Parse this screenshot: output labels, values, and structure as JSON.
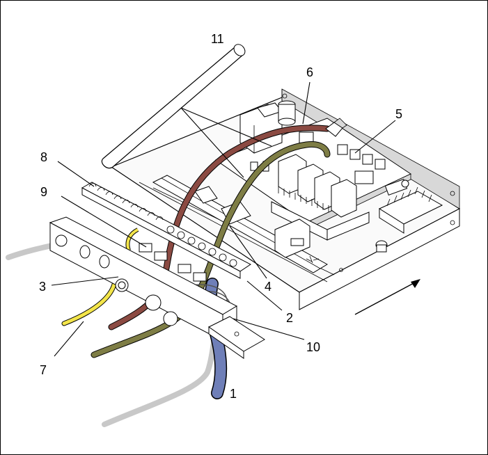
{
  "callouts": [
    "11",
    "6",
    "5",
    "8",
    "9",
    "3",
    "4",
    "2",
    "7",
    "10",
    "1"
  ],
  "colors": {
    "grey_cable": "#c8c8c8",
    "yellow_wire": "#f3e54a",
    "brown_wire": "#8b4a42",
    "olive_wire": "#7e7d45",
    "blue_cable": "#6f7fb8",
    "outline": "#000000"
  }
}
